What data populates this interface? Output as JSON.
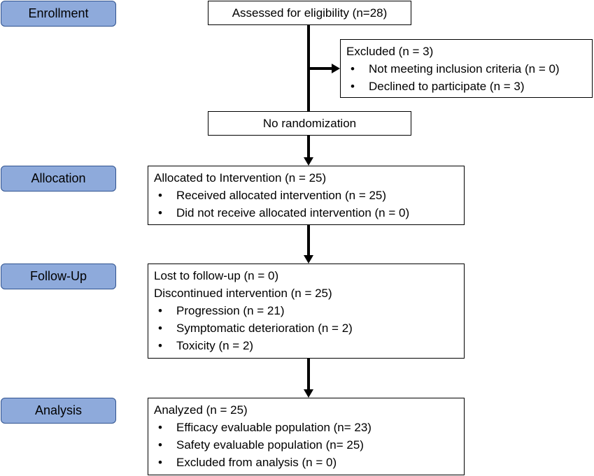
{
  "stages": {
    "enrollment": "Enrollment",
    "allocation": "Allocation",
    "follow_up": "Follow-Up",
    "analysis": "Analysis"
  },
  "assessed": "Assessed for eligibility (n=28)",
  "excluded": {
    "title": "Excluded (n = 3)",
    "items": [
      "Not meeting inclusion criteria (n = 0)",
      "Declined to participate (n = 3)"
    ]
  },
  "no_randomization": "No randomization",
  "allocated": {
    "title": "Allocated to Intervention (n = 25)",
    "items": [
      "Received allocated intervention (n = 25)",
      "Did not receive allocated intervention (n = 0)"
    ]
  },
  "follow_up_box": {
    "lost": "Lost to follow-up (n = 0)",
    "discontinued": "Discontinued intervention (n = 25)",
    "items": [
      "Progression (n = 21)",
      "Symptomatic deterioration (n = 2)",
      "Toxicity (n = 2)"
    ]
  },
  "analyzed": {
    "title": "Analyzed (n = 25)",
    "items": [
      "Efficacy evaluable population (n= 23)",
      "Safety evaluable population (n= 25)",
      "Excluded from analysis (n = 0)"
    ]
  },
  "colors": {
    "label_fill": "#8eaadb",
    "label_border": "#2f528f"
  }
}
